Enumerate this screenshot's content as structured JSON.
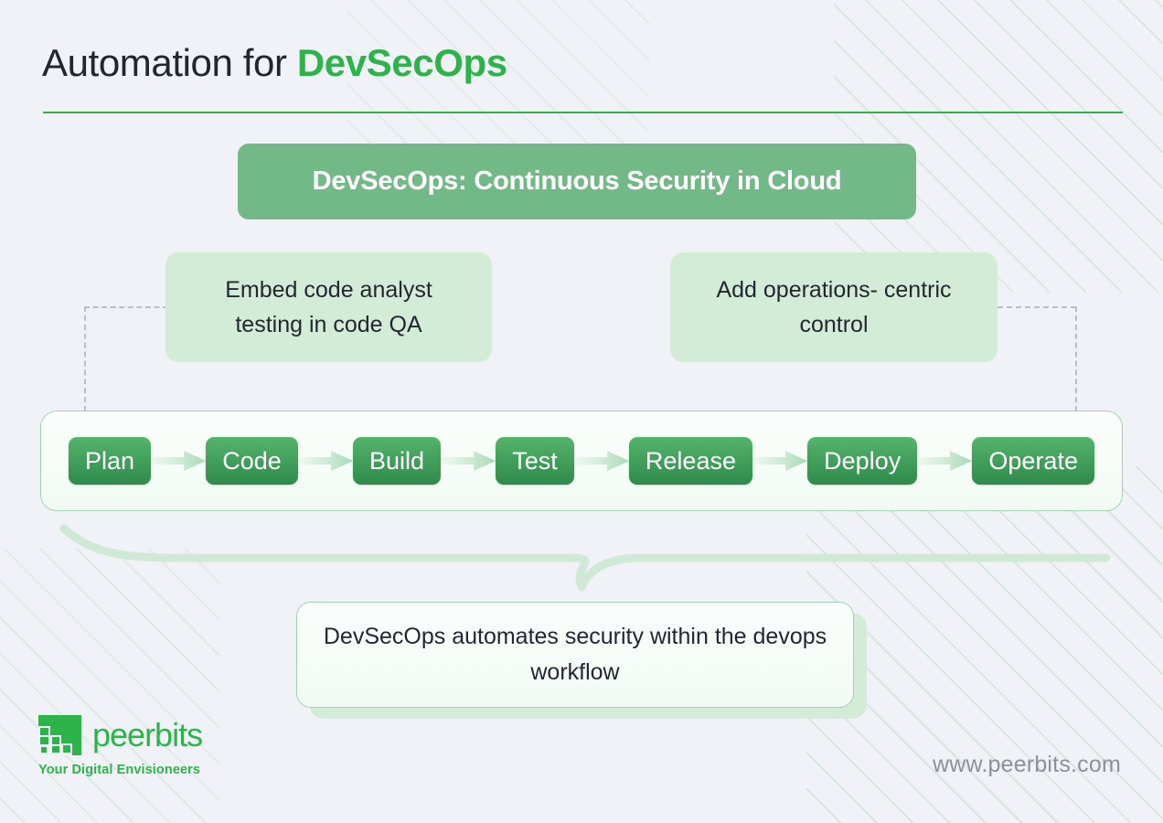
{
  "title": {
    "prefix": "Automation for ",
    "accent": "DevSecOps"
  },
  "banner": {
    "text": "DevSecOps: Continuous Security in Cloud"
  },
  "callouts": [
    {
      "name": "embed-code-analyst",
      "text": "Embed code analyst testing in code QA"
    },
    {
      "name": "operations-centric-control",
      "text": "Add operations- centric control"
    }
  ],
  "pipeline": {
    "stages": [
      {
        "label": "Plan"
      },
      {
        "label": "Code"
      },
      {
        "label": "Build"
      },
      {
        "label": "Test"
      },
      {
        "label": "Release"
      },
      {
        "label": "Deploy"
      },
      {
        "label": "Operate"
      }
    ]
  },
  "summary": {
    "text": "DevSecOps automates security within the devops workflow"
  },
  "footer": {
    "logo_word": "peerbits",
    "logo_tagline": "Your Digital Envisioneers",
    "site_url": "www.peerbits.com"
  },
  "colors": {
    "background": "#f1f2f7",
    "brand_green": "#2cb34a",
    "banner_green": "#72b987",
    "callout_green": "#d3ecd8",
    "chip_gradient_top": "#54b46c",
    "chip_gradient_bottom": "#2f8a4b",
    "panel_border": "#9fd4af",
    "dashed_connector": "#b9bfca",
    "title_text": "#22262e",
    "url_text": "#8b9199"
  }
}
